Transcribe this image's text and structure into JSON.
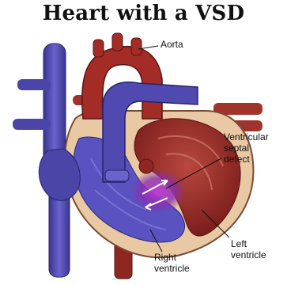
{
  "title": "Heart with a VSD",
  "labels": {
    "aorta": "Aorta",
    "vsd_line1": "Ventricular",
    "vsd_line2": "septal",
    "vsd_line3": "defect",
    "left_line1": "Left",
    "left_line2": "ventricle",
    "right_line1": "Right",
    "right_line2": "ventricle"
  }
}
